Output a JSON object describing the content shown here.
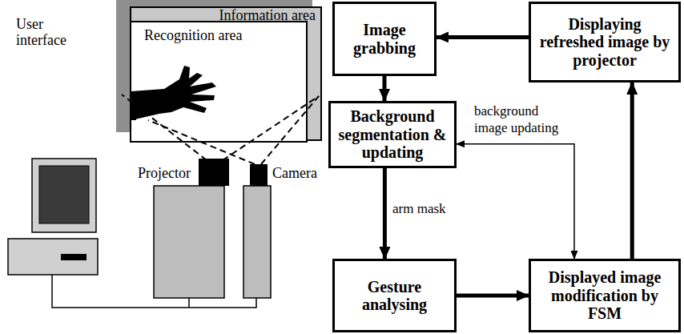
{
  "diagram": {
    "nodes": [
      {
        "text": [
          "Information area"
        ]
      },
      {
        "text": [
          "Recognition area"
        ],
        "in": 0
      },
      {
        "text": [
          "Image grabbing"
        ]
      },
      {
        "text": [
          "Displaying refreshed image by projector"
        ]
      },
      {
        "text": [
          "Background segmentation & updating"
        ]
      },
      {
        "text": [
          "Gesture analysing"
        ]
      },
      {
        "text": [
          "Displayed image modification by FSM"
        ]
      }
    ],
    "edges": [
      {
        "from": 3,
        "to": 2,
        "arrow": "to"
      },
      {
        "from": 2,
        "to": 4,
        "arrow": "to"
      },
      {
        "from": 4,
        "to": 5,
        "arrow": "to",
        "label": "arm mask"
      },
      {
        "from": 5,
        "to": 6,
        "arrow": "to"
      },
      {
        "from": 6,
        "to": 3,
        "arrow": "to"
      },
      {
        "from": 4,
        "to": 6,
        "arrow": "both",
        "label": "background image updating"
      }
    ],
    "labels": [
      "User interface",
      "Projector",
      "Camera"
    ]
  }
}
